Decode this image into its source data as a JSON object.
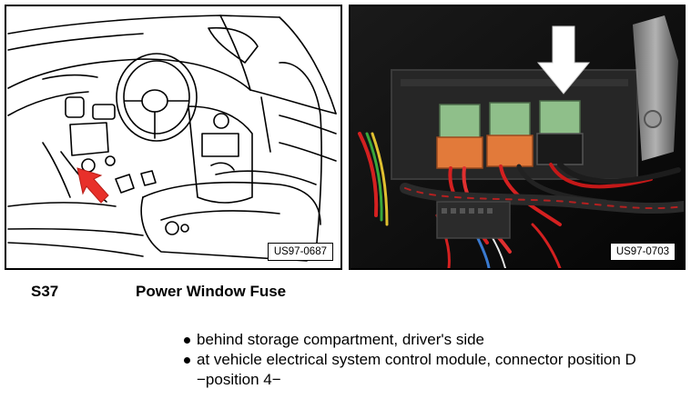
{
  "left_figure": {
    "reference": "US97-0687"
  },
  "right_figure": {
    "reference": "US97-0703"
  },
  "caption": {
    "code": "S37",
    "title": "Power Window Fuse"
  },
  "bullets": [
    "behind storage compartment, driver's side",
    "at vehicle electrical system control module, connector position D −position 4−"
  ],
  "colors": {
    "arrow_red": "#e8302a",
    "fuse_green": "#8fbf8a",
    "fuse_orange": "#e27a3a"
  },
  "icons": [
    "red-arrow-icon",
    "white-arrow-icon"
  ]
}
